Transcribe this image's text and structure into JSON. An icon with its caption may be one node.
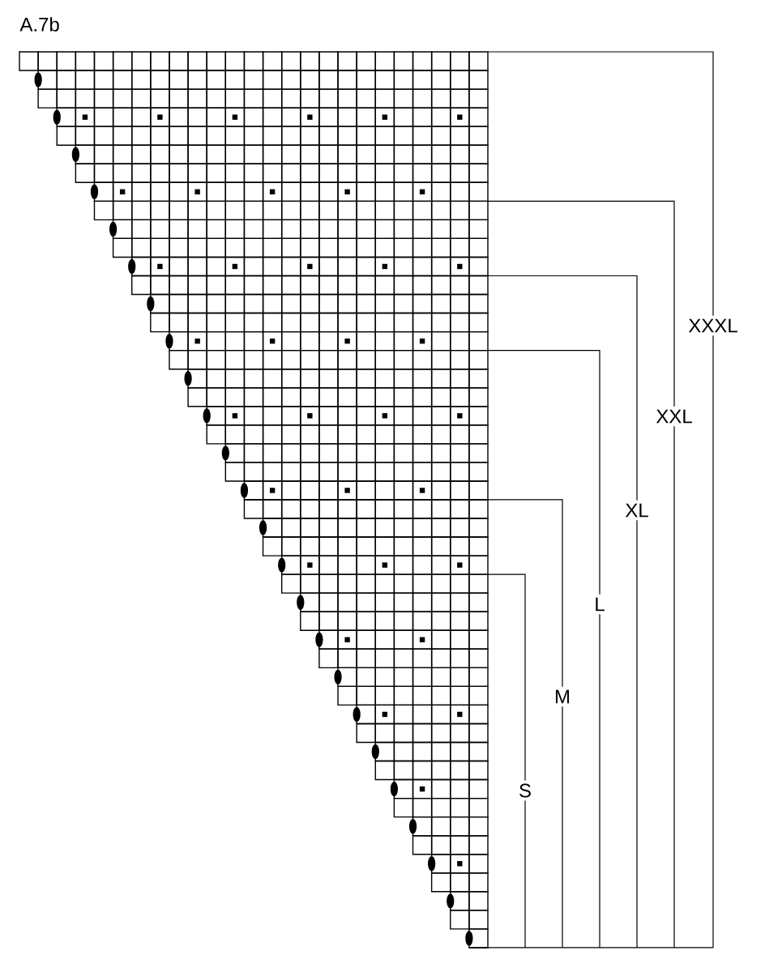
{
  "diagram": {
    "title": "A.7b",
    "labels": [
      "XXXL",
      "XXL",
      "XL",
      "L",
      "M",
      "S"
    ]
  }
}
